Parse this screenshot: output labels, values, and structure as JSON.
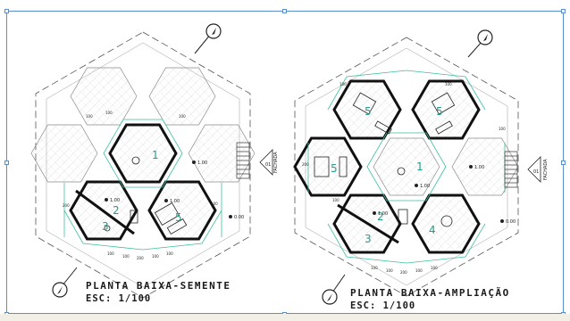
{
  "plans": [
    {
      "title": "PLANTA BAIXA-SEMENTE",
      "scale": "ESC: 1/100",
      "rooms": [
        "1",
        "2",
        "3",
        "5"
      ],
      "levels": [
        "1.00",
        "1.00",
        "1.00",
        "0.00"
      ],
      "facade": "FACHADA",
      "facade_num": "01",
      "dims": [
        "100",
        "100",
        "200",
        "100",
        "100",
        "100",
        "100",
        "200",
        "100",
        "100"
      ]
    },
    {
      "title": "PLANTA BAIXA-AMPLIAÇÃO",
      "scale": "ESC: 1/100",
      "rooms": [
        "1",
        "2",
        "3",
        "4",
        "5",
        "5",
        "5"
      ],
      "levels": [
        "1.00",
        "1.00",
        "1.00",
        "0.00"
      ],
      "facade": "FACHADA",
      "facade_num": "01",
      "dims": [
        "100",
        "100",
        "200",
        "100",
        "100",
        "100",
        "100",
        "200",
        "100",
        "100"
      ]
    }
  ],
  "colors": {
    "room_numbers": "#1f9e8c",
    "dimension_lines": "#3cbfa0",
    "walls": "#111111",
    "guides": "#8a8a8a",
    "selection": "#5b8ec9"
  }
}
